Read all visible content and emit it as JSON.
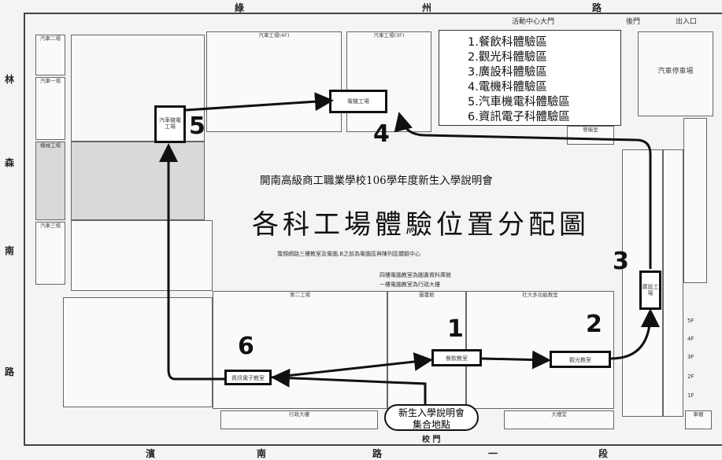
{
  "roads": {
    "top_left": "綠",
    "top_mid": "州",
    "top_right": "路",
    "left_1": "林",
    "left_2": "森",
    "left_3": "南",
    "left_4": "路",
    "bottom_1": "濱",
    "bottom_2": "南",
    "bottom_3": "路",
    "bottom_4": "一",
    "bottom_5": "段",
    "gate": "校 門"
  },
  "top_labels": {
    "activity_center_gate": "活動中心大門",
    "side_gate": "後門",
    "exit": "出入口"
  },
  "legend": {
    "items": [
      "1.餐飲科體驗區",
      "2.觀光科體驗區",
      "3.廣設科體驗區",
      "4.電機科體驗區",
      "5.汽車機電科體驗區",
      "6.資訊電子科體驗區"
    ]
  },
  "title": {
    "subtitle": "開南高級商工職業學校106學年度新生入學說明會",
    "main": "各科工場體驗位置分配圖"
  },
  "markers": [
    "1",
    "2",
    "3",
    "4",
    "5",
    "6"
  ],
  "assembly": {
    "line1": "新生入學說明會",
    "line2": "集合地點"
  },
  "buildings": {
    "parking": "汽車停車場",
    "auto_factory_2": "汽車二場",
    "auto_factory_1": "汽車一場",
    "auto_factory_4f": "汽車工場(4F)",
    "auto_factory_3f": "汽車工場(3F)",
    "mech_factory": "機械工場",
    "car_factory": "汽車三場",
    "library": "圖書館",
    "admin": "行政大樓",
    "community": "社大多功能教室",
    "garage": "車棚",
    "guard": "警衛室",
    "sports": "第二工場",
    "big_hall": "大禮堂"
  },
  "rooms": {
    "r4": "電機工場",
    "r5": "汽車機電工場",
    "r6": "資訊電子教室",
    "r1": "餐飲教室",
    "r2": "觀光教室",
    "r3": "廣設工場"
  },
  "floors": [
    "5F",
    "4F",
    "3F",
    "2F",
    "1F"
  ],
  "notes": [
    "寬頻網路三樓教室及電腦,B之前為電腦區與陳列區體驗中心",
    "四樓電腦教室為圖書資料庫館",
    "一樓電腦教室為行政大樓"
  ],
  "colors": {
    "highlight": "#111111",
    "paper": "#f4f4f2",
    "grey_block": "#d9d9d9"
  }
}
